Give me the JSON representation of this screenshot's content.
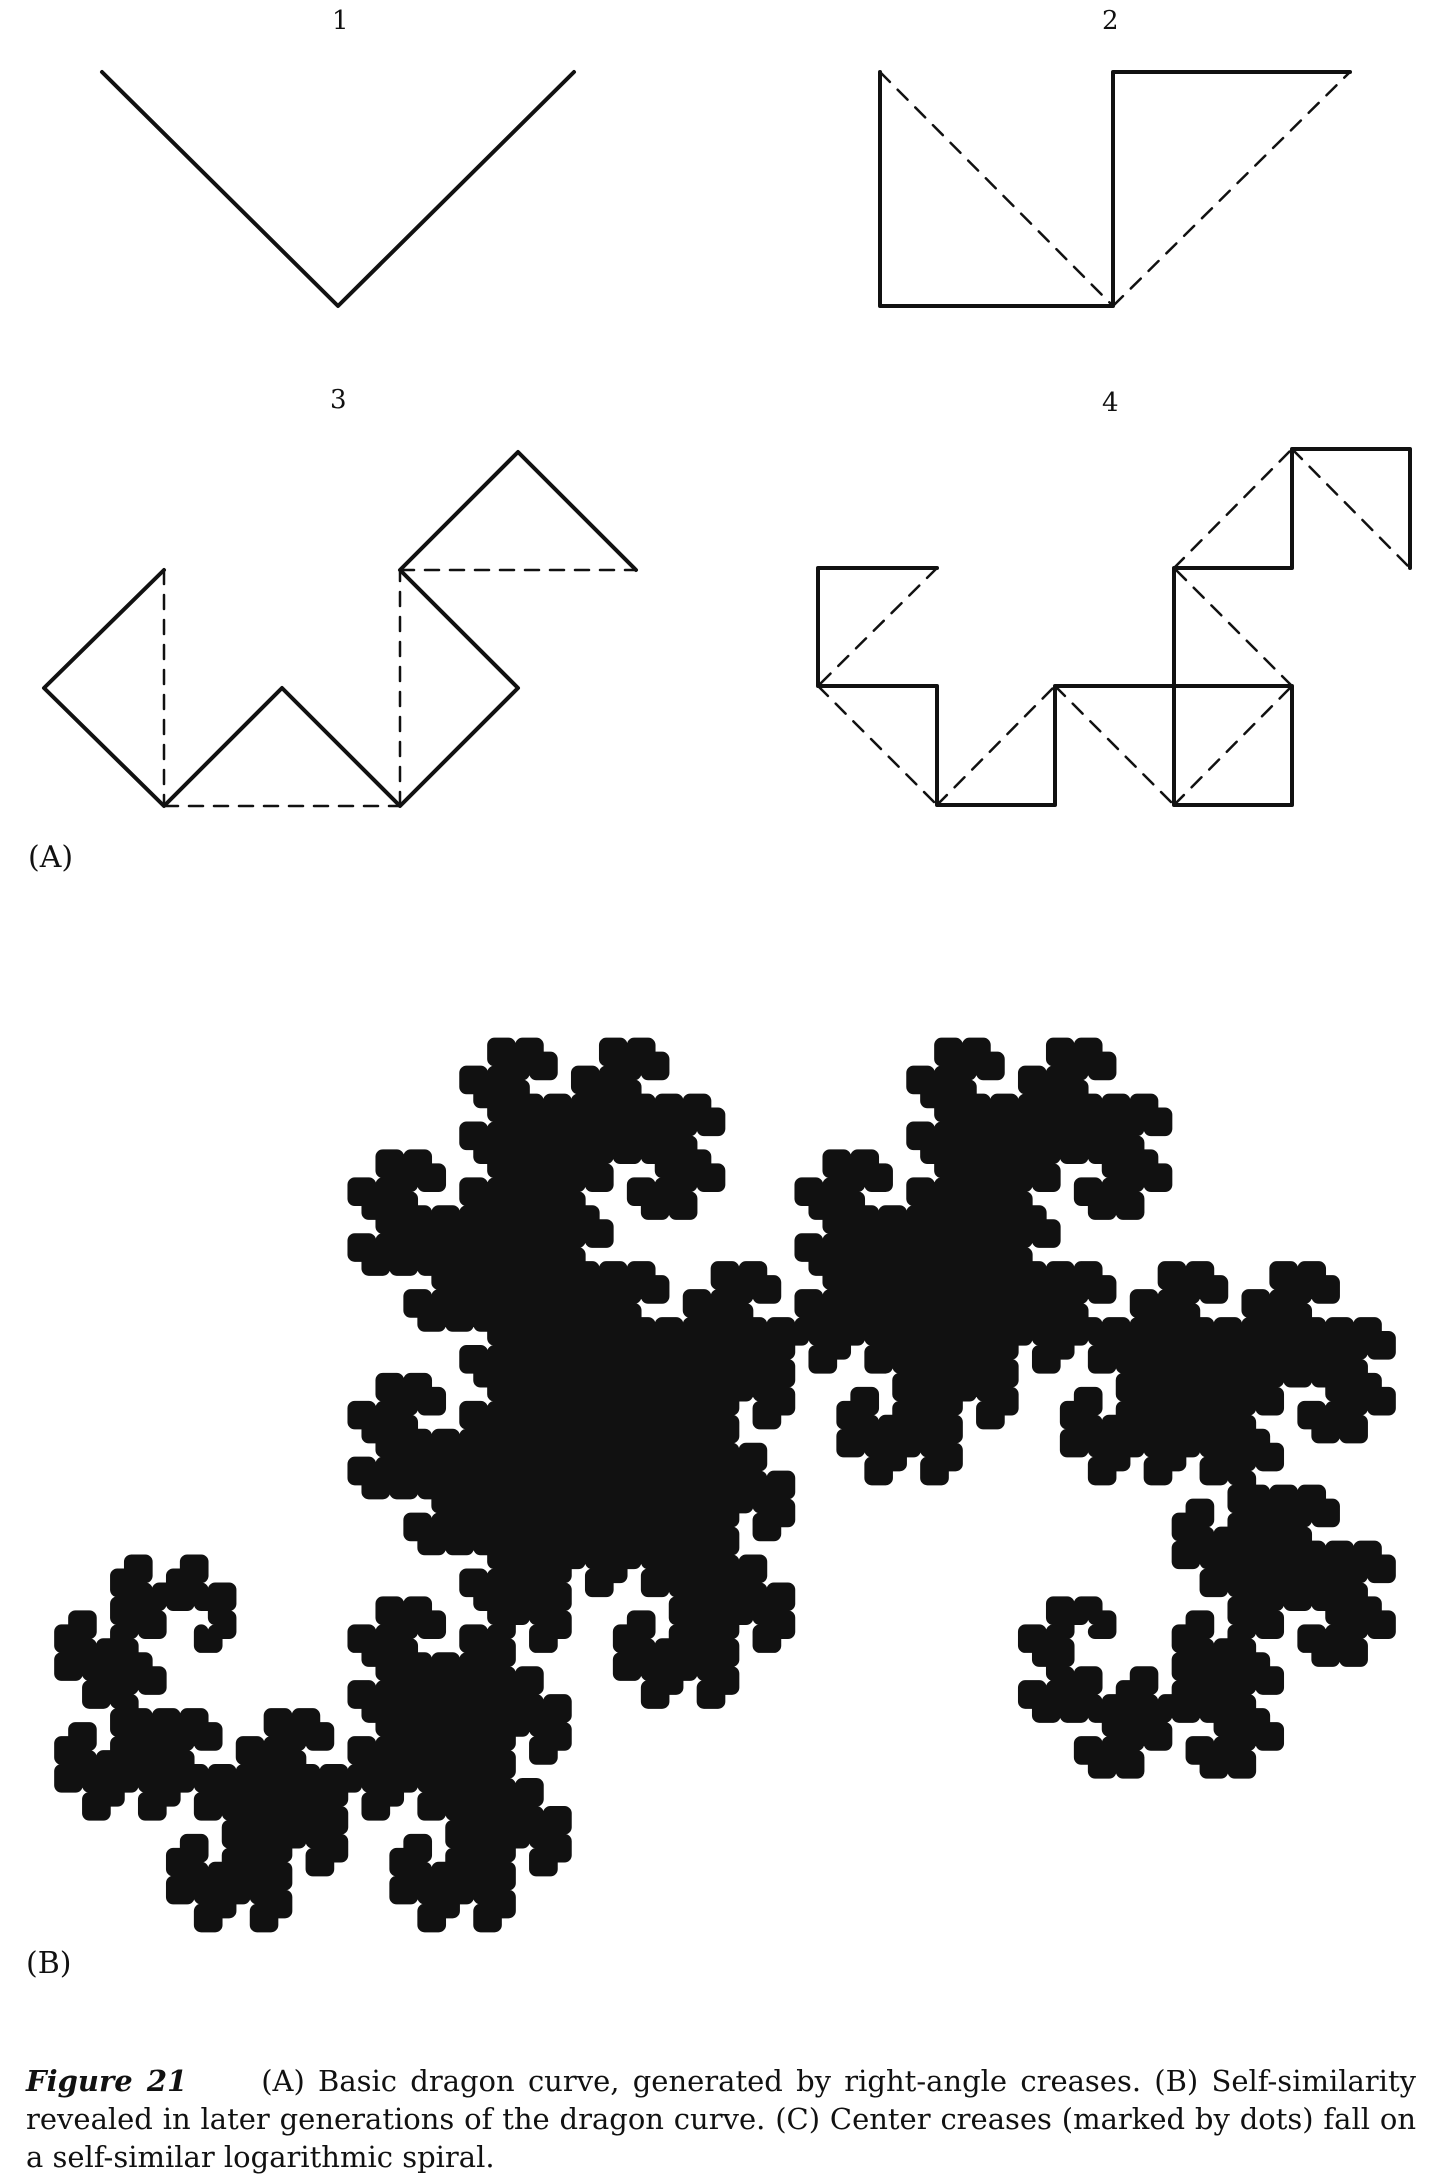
{
  "panel_a": {
    "label": "(A)",
    "steps": [
      {
        "label": "1"
      },
      {
        "label": "2"
      },
      {
        "label": "3"
      },
      {
        "label": "4"
      }
    ]
  },
  "panel_b": {
    "label": "(B)"
  },
  "caption": {
    "title": "Figure 21",
    "text": "(A) Basic dragon curve, generated by right-angle creases. (B) Self-similarity revealed in later generations of the dragon curve. (C) Center creases (marked by dots) fall on a self-similar logarithmic spiral."
  },
  "colors": {
    "ink": "#111111",
    "background": "#ffffff"
  }
}
